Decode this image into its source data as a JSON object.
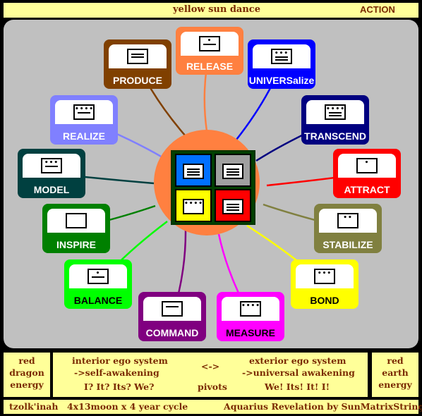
{
  "header": {
    "title": "yellow  sun dance",
    "mode": "ACTION"
  },
  "center": {
    "cells": [
      {
        "color": "#0070ff",
        "dots": "",
        "bars": 3
      },
      {
        "color": "#a0a0a0",
        "dots": "",
        "bars": 3
      },
      {
        "color": "#ffff00",
        "dots": "••••",
        "bars": 0
      },
      {
        "color": "#ff0000",
        "dots": "",
        "bars": 3
      }
    ],
    "hub_color": "#ff8040"
  },
  "nodes": [
    {
      "label": "RELEASE",
      "color": "#ff8040",
      "line": "#ff8040",
      "dots": "•",
      "bars": 1
    },
    {
      "label": "UNIVERSalize",
      "color": "#0000ff",
      "line": "#0000ff",
      "dots": "•••",
      "bars": 2
    },
    {
      "label": "TRANSCEND",
      "color": "#000080",
      "line": "#000080",
      "dots": "••••",
      "bars": 2
    },
    {
      "label": "ATTRACT",
      "color": "#ff0000",
      "line": "#ff0000",
      "dots": "•",
      "bars": 0
    },
    {
      "label": "STABILIZE",
      "color": "#808040",
      "line": "#808040",
      "dots": "••",
      "bars": 0
    },
    {
      "label": "BOND",
      "color": "#ffff00",
      "line": "#ffff00",
      "text": "#000000",
      "dots": "•••",
      "bars": 0
    },
    {
      "label": "MEASURE",
      "color": "#ff00ff",
      "line": "#ff00ff",
      "text": "#000000",
      "dots": "••••",
      "bars": 0
    },
    {
      "label": "COMMAND",
      "color": "#800080",
      "line": "#800080",
      "dots": "",
      "bars": 1
    },
    {
      "label": "BALANCE",
      "color": "#00ff00",
      "line": "#00ff00",
      "text": "#000000",
      "dots": "•",
      "bars": 1
    },
    {
      "label": "INSPIRE",
      "color": "#008000",
      "line": "#008000",
      "dots": "",
      "bars": 0
    },
    {
      "label": "MODEL",
      "color": "#004040",
      "line": "#004040",
      "dots": "•••",
      "bars": 1
    },
    {
      "label": "REALIZE",
      "color": "#8080ff",
      "line": "#8080ff",
      "dots": "••••",
      "bars": 1
    },
    {
      "label": "PRODUCE",
      "color": "#804000",
      "line": "#804000",
      "dots": "",
      "bars": 2
    }
  ],
  "bottom": {
    "left": "red\ndragon\nenergy",
    "interior_title": "interior ego system",
    "interior_sub": "->self-awakening",
    "arrow": "<->",
    "exterior_title": "exterior ego system",
    "exterior_sub": "->universal awakening",
    "q_left": "I? It? Its? We?",
    "pivots": "pivots",
    "q_right": "We! Its! It! I!",
    "right": "red\nearth\nenergy"
  },
  "footer": {
    "left": "tzolk'inah",
    "middle": "4x13moon  x 4 year cycle",
    "right": "Aquarius Revelation by SunMatrixStrings"
  }
}
